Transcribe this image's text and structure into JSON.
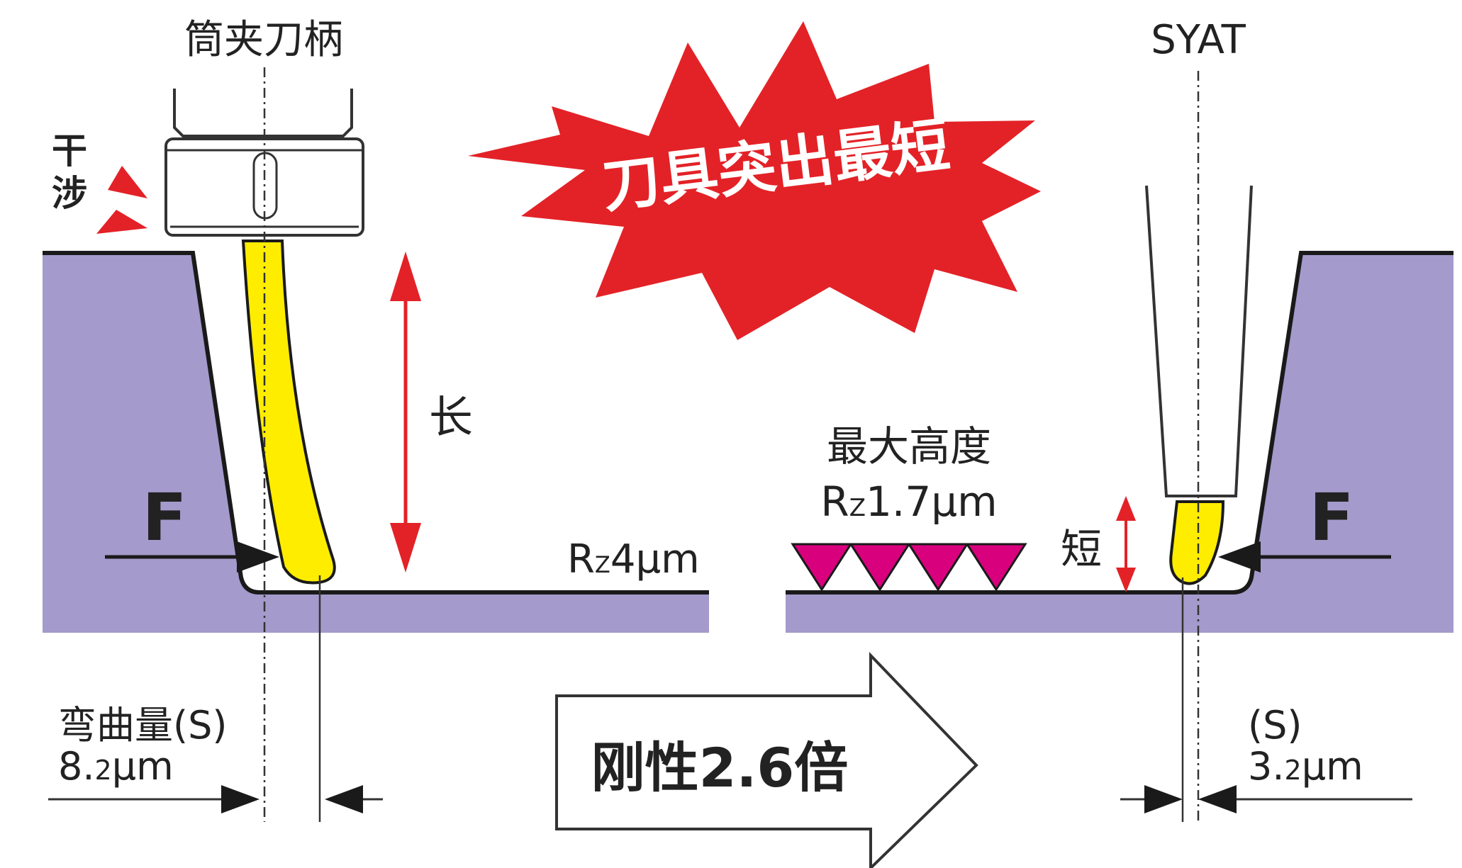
{
  "left": {
    "holder_title": "筒夹刀柄",
    "interference": [
      "干",
      "涉"
    ],
    "force": "F",
    "length_label": "长",
    "roughness_prefix": "R",
    "roughness_sub": "Z",
    "roughness_value": "4μm",
    "deflection_label": "弯曲量(S)",
    "deflection_pre": "8.",
    "deflection_small": "2",
    "deflection_unit": "μm"
  },
  "burst_text": "刀具突出最短",
  "center": {
    "max_height_label": "最大高度",
    "rz_prefix": "R",
    "rz_sub": "Z",
    "rz_value": "1.7μm",
    "rigidity_label": "刚性2.6倍"
  },
  "right": {
    "holder_title": "SYAT",
    "short_label": "短",
    "force": "F",
    "deflection_label": "(S)",
    "deflection_pre": "3.",
    "deflection_small": "2",
    "deflection_unit": "μm"
  },
  "colors": {
    "workpiece": "#a49acb",
    "tool": "#ffed00",
    "accent_red": "#e32227",
    "marker_magenta": "#d9007e"
  }
}
